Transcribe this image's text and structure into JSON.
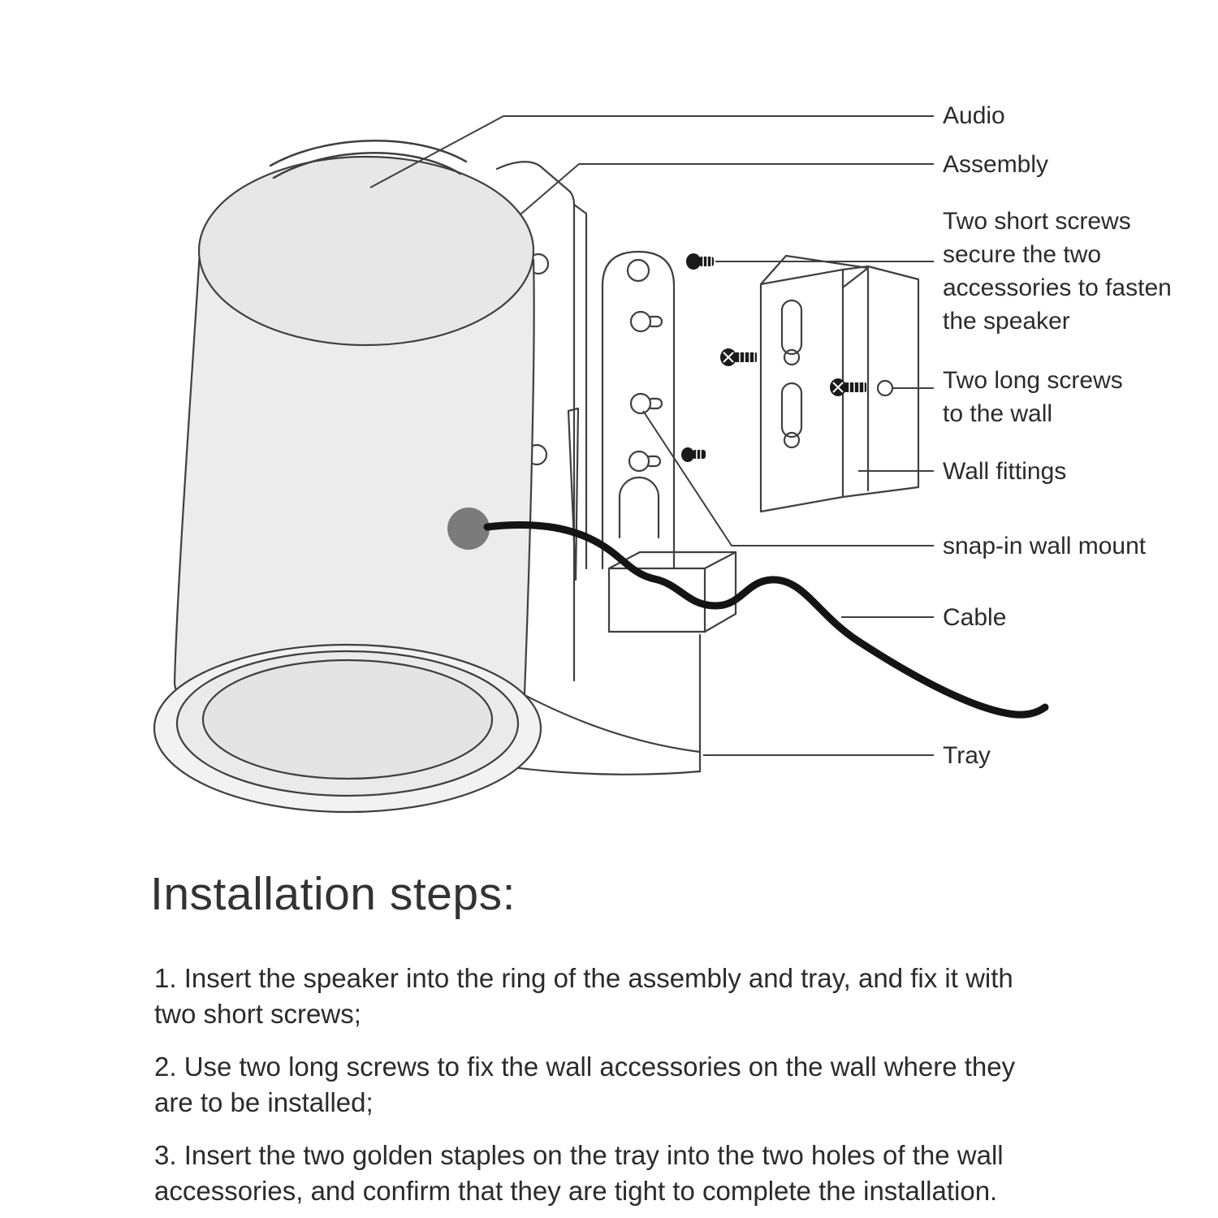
{
  "colors": {
    "background": "#ffffff",
    "line": "#3f3f3f",
    "speaker_fill": "#ececec",
    "cable": "#141414",
    "cable_dot": "#7b7b7b",
    "screw": "#1a1a1a",
    "text": "#2b2b2b"
  },
  "diagram": {
    "labels": {
      "audio": "Audio",
      "assembly": "Assembly",
      "short_screws": "Two short screws\nsecure the two\naccessories to fasten\nthe speaker",
      "long_screws": "Two long screws\nto the wall",
      "wall_fittings": "Wall fittings",
      "snap_in": "snap-in wall mount",
      "cable": "Cable",
      "tray": "Tray"
    }
  },
  "instructions": {
    "heading": "Installation steps:",
    "steps": [
      "1. Insert the speaker into the ring of the assembly and tray, and fix it with\ntwo short screws;",
      "2. Use two long screws to fix the wall accessories on the wall where they\nare to be installed;",
      "3. Insert the two golden staples on the tray into the two holes of the wall\naccessories, and confirm that they are tight to complete the installation."
    ]
  }
}
